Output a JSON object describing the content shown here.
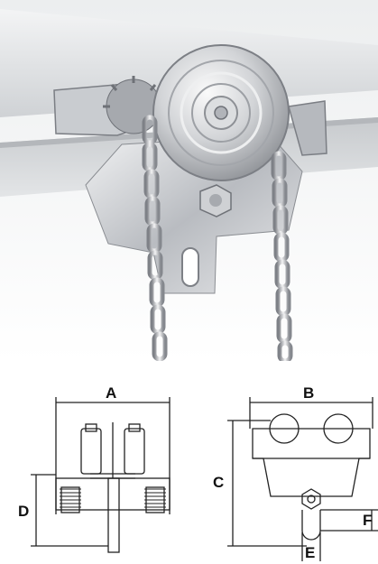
{
  "product_photo": {
    "subject": "trolley-with-hand-chain-wheel",
    "icon": "trolley-photo"
  },
  "front_view": {
    "label_width": "A",
    "label_height": "D"
  },
  "side_view": {
    "label_width": "B",
    "label_height": "C",
    "label_pin_width": "E",
    "label_pin_height": "F"
  },
  "colors": {
    "steel_light": "#e8e8ea",
    "steel_dark": "#8c8f95",
    "beam": "#d9dbdd",
    "line": "#222222"
  }
}
